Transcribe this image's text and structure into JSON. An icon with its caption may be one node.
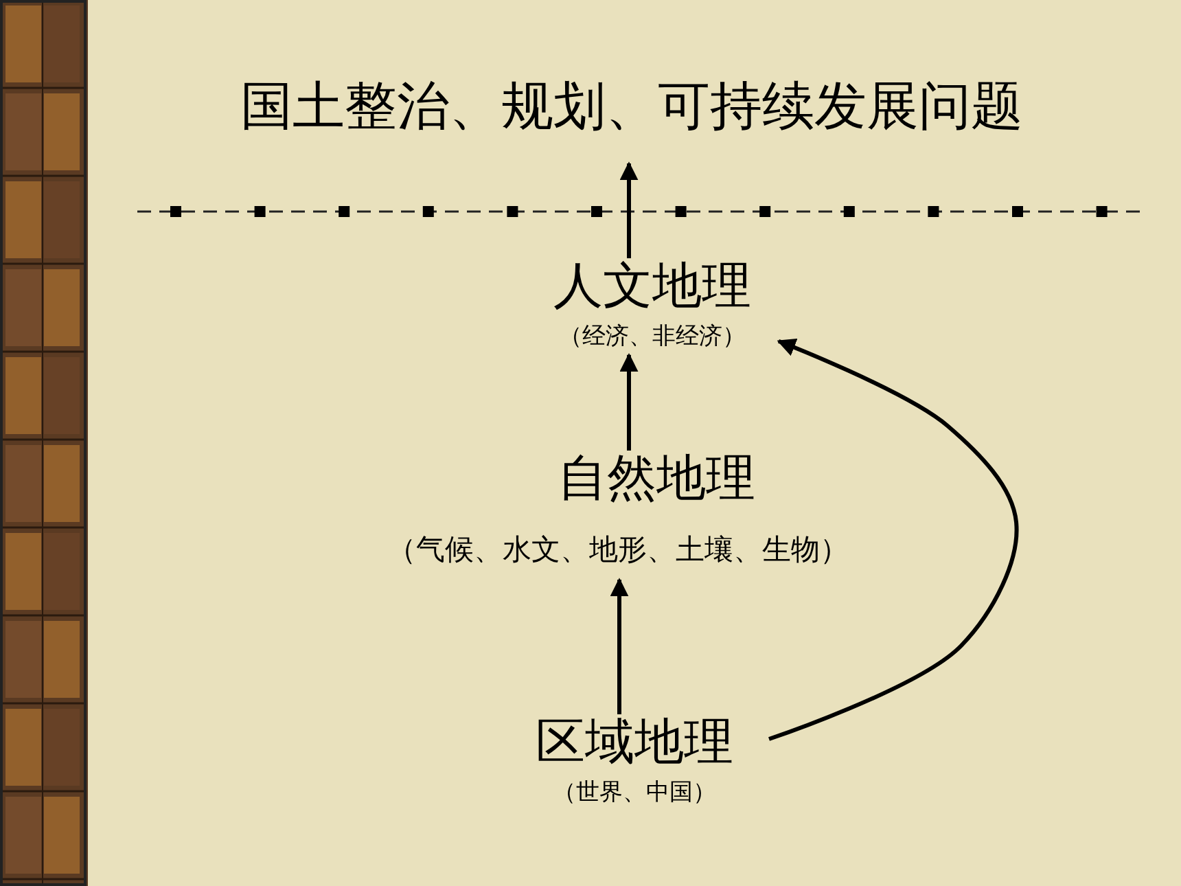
{
  "diagram": {
    "nodes": [
      {
        "text": [
          "国土整治、规划、可持续发展问题"
        ]
      },
      {
        "text": [
          "人文地理",
          "（经济、非经济）"
        ]
      },
      {
        "text": [
          "自然地理",
          "（气候、水文、地形、土壤、生物）"
        ]
      },
      {
        "text": [
          "区域地理",
          "（世界、中国）"
        ]
      }
    ],
    "edges": [
      {
        "from": 1,
        "to": 0,
        "arrow": "to"
      },
      {
        "from": 2,
        "to": 1,
        "arrow": "to"
      },
      {
        "from": 3,
        "to": 2,
        "arrow": "to"
      },
      {
        "from": 3,
        "to": 1,
        "arrow": "to"
      }
    ]
  }
}
